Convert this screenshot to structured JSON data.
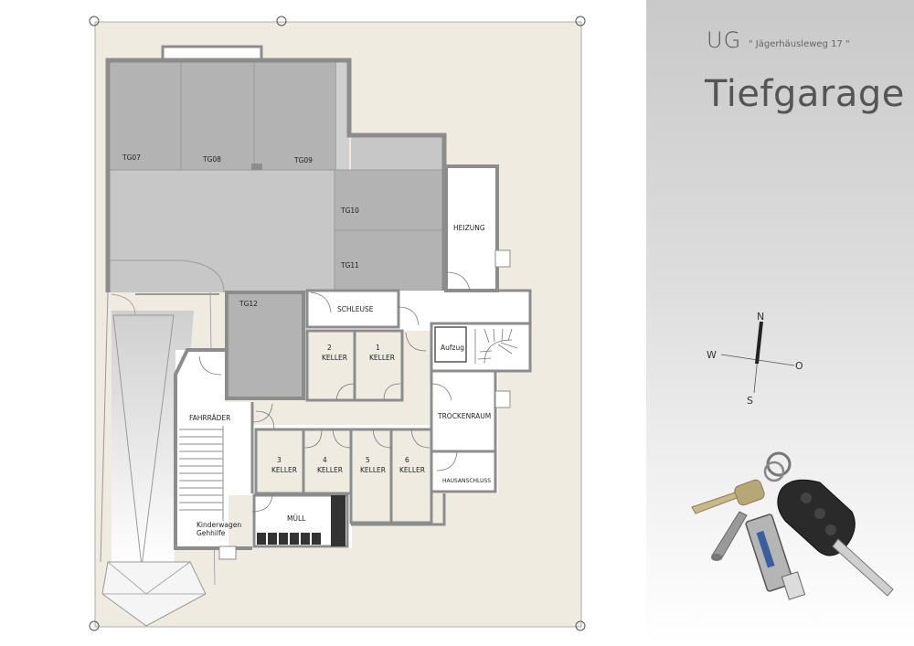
{
  "header": {
    "level": "UG",
    "address": "\" Jägerhäusleweg 17 \"",
    "title": "Tiefgarage"
  },
  "compass": {
    "n": "N",
    "s": "S",
    "w": "W",
    "o": "O"
  },
  "rooms": {
    "tg07": "TG07",
    "tg08": "TG08",
    "tg09": "TG09",
    "tg10": "TG10",
    "tg11": "TG11",
    "tg12": "TG12",
    "heizung": "HEIZUNG",
    "schleuse": "SCHLEUSE",
    "aufzug": "Aufzug",
    "keller2_num": "2",
    "keller1_num": "1",
    "keller3_num": "3",
    "keller4_num": "4",
    "keller5_num": "5",
    "keller6_num": "6",
    "keller_word": "KELLER",
    "fahrraeder": "FAHRRÄDER",
    "trockenraum": "TROCKENRAUM",
    "hausanschluss": "HAUSANSCHLUSS",
    "muell": "MÜLL",
    "kinderwagen": "Kinderwagen",
    "gehhilfe": "Gehhilfe"
  },
  "colors": {
    "site": "#efebe1",
    "wall": "#8c8c8c",
    "parking": "#b3b3b3",
    "driveway": "#c7c7c7",
    "corridor": "#ffffff"
  }
}
